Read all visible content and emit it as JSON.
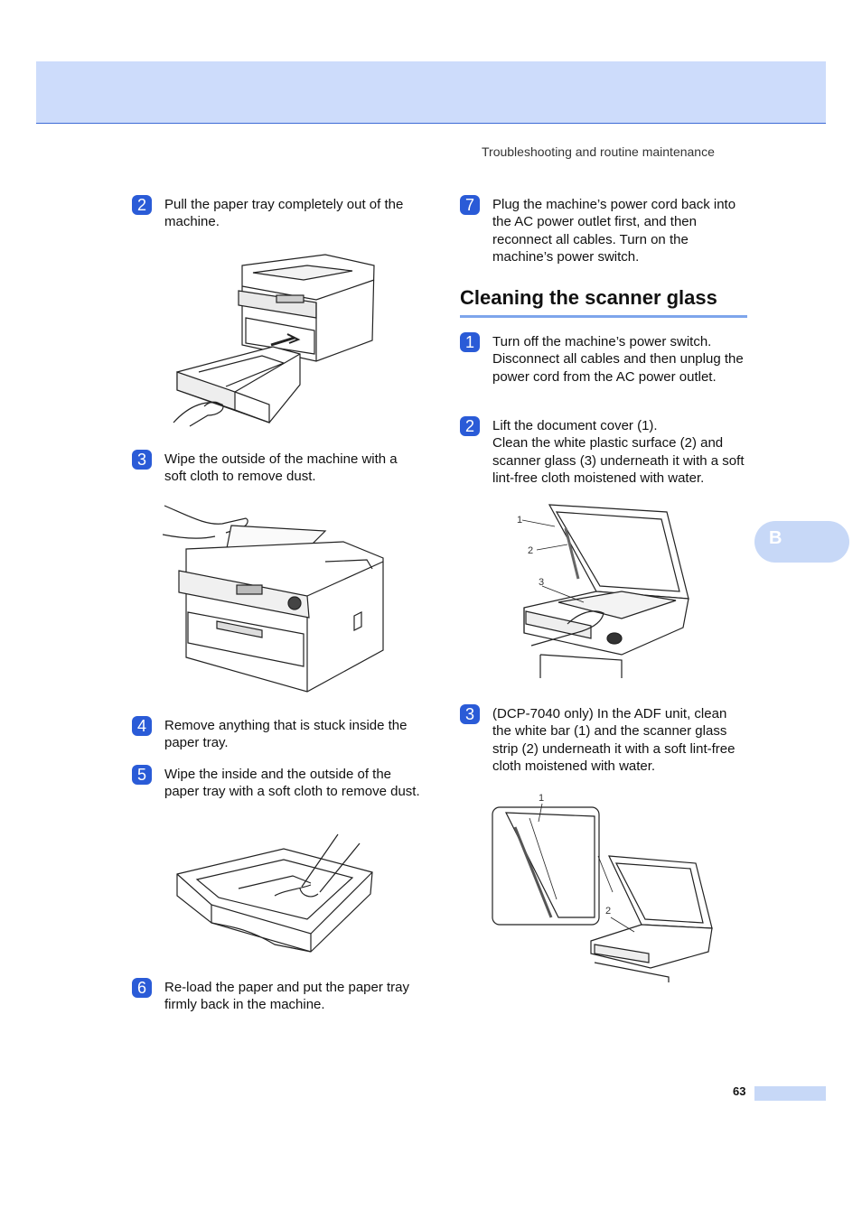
{
  "header": {
    "running_head": "Troubleshooting and routine maintenance"
  },
  "side_tab": {
    "label": "B"
  },
  "left_column": {
    "steps": [
      {
        "number": "2",
        "text": "Pull the paper tray completely out of the machine."
      },
      {
        "number": "3",
        "text": "Wipe the outside of the machine with a soft cloth to remove dust."
      },
      {
        "number": "4",
        "text": "Remove anything that is stuck inside the paper tray."
      },
      {
        "number": "5",
        "text": "Wipe the inside and the outside of the paper tray with a soft cloth to remove dust."
      },
      {
        "number": "6",
        "text": "Re-load the paper and put the paper tray firmly back in the machine."
      }
    ]
  },
  "right_column": {
    "step7": {
      "number": "7",
      "text": "Plug the machine’s power cord back into the AC power outlet first, and then reconnect all cables. Turn on the machine’s power switch."
    },
    "section_title": "Cleaning the scanner glass",
    "steps": [
      {
        "number": "1",
        "text": "Turn off the machine’s power switch. Disconnect all cables and then unplug the power cord from the AC power outlet."
      },
      {
        "number": "2",
        "line1": "Lift the document cover (1).",
        "line2": "Clean the white plastic surface (2) and scanner glass (3) underneath it with a soft lint-free cloth moistened with water."
      },
      {
        "number": "3",
        "text": "(DCP-7040 only) In the ADF unit, clean the white bar (1) and the scanner glass strip (2) underneath it with a soft lint-free cloth moistened with water."
      }
    ],
    "figure1_callouts": [
      "1",
      "2",
      "3"
    ],
    "figure2_callouts": [
      "1",
      "2"
    ]
  },
  "footer": {
    "page_number": "63"
  },
  "colors": {
    "accent": "#2a5bd7",
    "header_band": "#cddcfb",
    "tab": "#c7d8f7",
    "rule": "#7ea5ec"
  }
}
